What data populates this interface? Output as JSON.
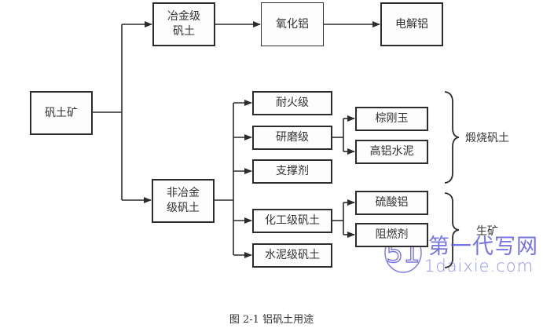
{
  "diagram": {
    "root": "矾土矿",
    "metallurgical": {
      "label_line1": "冶金级",
      "label_line2": "矾土",
      "chain": [
        "氧化铝",
        "电解铝"
      ]
    },
    "non_metallurgical": {
      "label_line1": "非冶金",
      "label_line2": "级矾土",
      "children": [
        "耐火级",
        "研磨级",
        "支撑剂",
        "化工级矾土",
        "水泥级矾土"
      ],
      "abrasive_products": [
        "棕刚玉",
        "高铝水泥"
      ],
      "chemical_products": [
        "硫酸铝",
        "阻燃剂"
      ]
    },
    "groups": {
      "calcined": "煅烧矾土",
      "raw": "生矿"
    }
  },
  "caption": "图 2-1  铝矾土用途",
  "watermark": {
    "logo": "51",
    "line1": "第一代写网",
    "line2": "1daixie.com"
  }
}
